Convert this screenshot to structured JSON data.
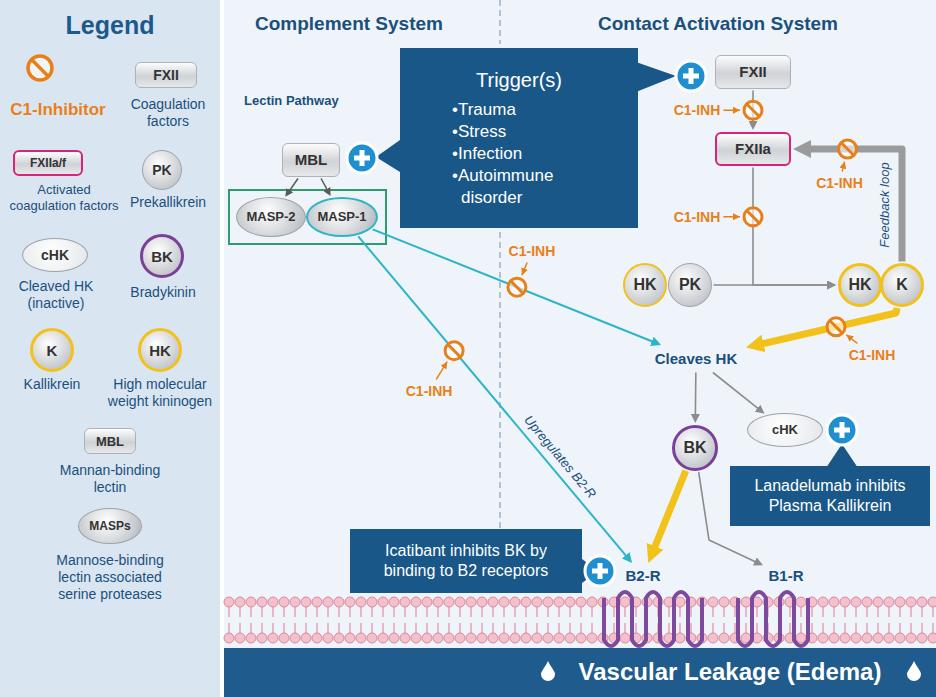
{
  "diagram": {
    "nodes": [
      {
        "text": [
          "Trigger(s)",
          "•Trauma",
          "•Stress",
          "•Infection",
          "•Autoimmune disorder"
        ]
      },
      {
        "text": [
          "FXII"
        ]
      },
      {
        "text": [
          "MBL"
        ]
      },
      {
        "text": [
          "MASP-2"
        ]
      },
      {
        "text": [
          "MASP-1"
        ]
      },
      {
        "text": [
          "FXIIa"
        ]
      },
      {
        "text": [
          "HK"
        ]
      },
      {
        "text": [
          "PK"
        ]
      },
      {
        "text": [
          "HK"
        ]
      },
      {
        "text": [
          "K"
        ]
      },
      {
        "text": [
          "Cleaves HK"
        ]
      },
      {
        "text": [
          "BK"
        ]
      },
      {
        "text": [
          "cHK"
        ]
      },
      {
        "text": [
          "Lanadelumab inhibits Plasma Kallikrein"
        ]
      },
      {
        "text": [
          "Icatibant inhibits BK by binding to B2 receptors"
        ]
      },
      {
        "text": [
          "B2-R"
        ]
      },
      {
        "text": [
          "B1-R"
        ]
      },
      {
        "text": [
          "Vascular Leakage (Edema)"
        ]
      }
    ],
    "edges": [
      {
        "from": 2,
        "to": 3,
        "arrow": "to"
      },
      {
        "from": 2,
        "to": 4,
        "arrow": "to"
      },
      {
        "from": 1,
        "to": 5,
        "arrow": "to"
      },
      {
        "from": 5,
        "to": 8,
        "arrow": "to"
      },
      {
        "from": 7,
        "to": 8,
        "arrow": "to"
      },
      {
        "from": 9,
        "to": 5,
        "arrow": "to",
        "label": "Feedback loop"
      },
      {
        "from": 9,
        "to": 10,
        "arrow": "to"
      },
      {
        "from": 4,
        "to": 10,
        "arrow": "to"
      },
      {
        "from": 4,
        "to": 15,
        "arrow": "to",
        "label": "Upregulates B2-R"
      },
      {
        "from": 10,
        "to": 11,
        "arrow": "to"
      },
      {
        "from": 10,
        "to": 12,
        "arrow": "to"
      },
      {
        "from": 11,
        "to": 15,
        "arrow": "to"
      },
      {
        "from": 11,
        "to": 16,
        "arrow": "to"
      }
    ],
    "labels": [
      "Legend",
      "FXII",
      "FXIIa/f",
      "PK",
      "cHK",
      "BK",
      "K",
      "HK",
      "MBL",
      "MASPs",
      "Complement System",
      "Contact Activation System",
      "Lectin Pathway",
      "C1-INH",
      "C1-INH",
      "C1-INH",
      "C1-INH",
      "C1-INH",
      "C1-INH"
    ],
    "legend": [
      {
        "text": "C1-Inhibitor"
      },
      {
        "text": "Coagulation factors"
      },
      {
        "text": "Activated coagulation factors"
      },
      {
        "text": "Prekallikrein"
      },
      {
        "text": "Cleaved HK (inactive)"
      },
      {
        "text": "Bradykinin"
      },
      {
        "text": "Kallikrein"
      },
      {
        "text": "High molecular weight kininogen"
      },
      {
        "text": "Mannan-binding lectin"
      },
      {
        "text": "Mannose-binding lectin associated serine proteases"
      }
    ]
  }
}
